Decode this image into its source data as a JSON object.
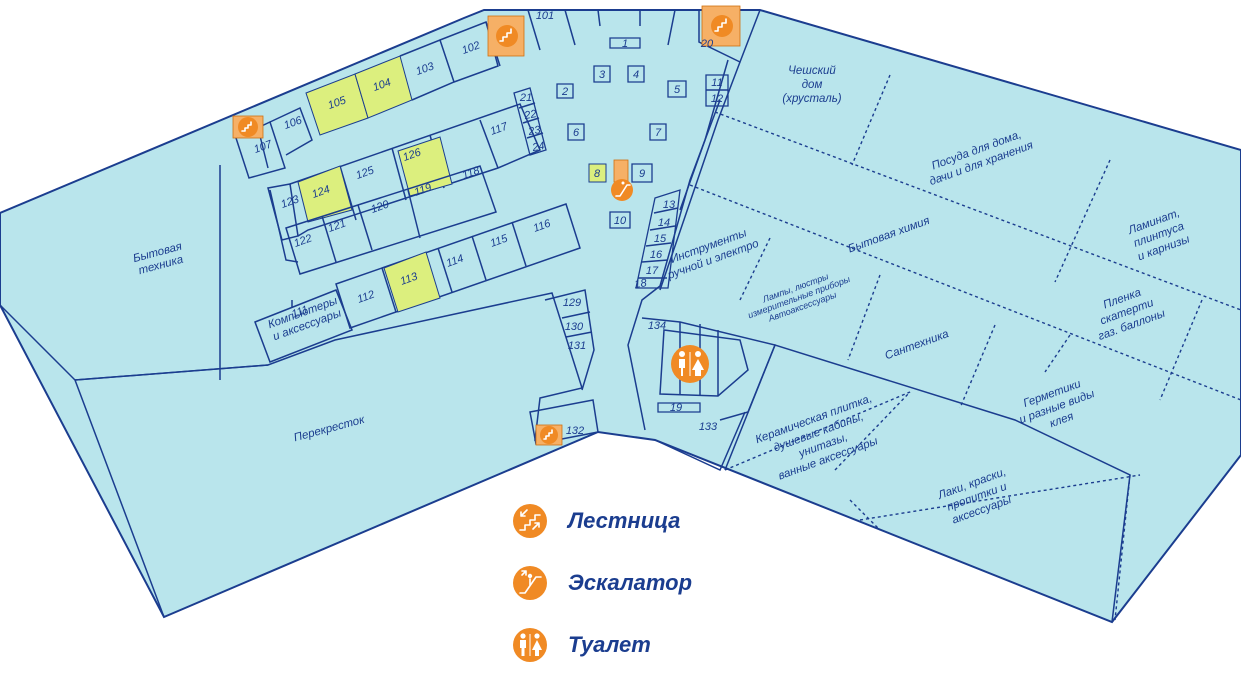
{
  "map": {
    "anchors": {
      "u101": "101",
      "u1": "1",
      "u2": "2",
      "u3": "3",
      "u4": "4",
      "u5": "5",
      "u6": "6",
      "u7": "7",
      "u8": "8",
      "u9": "9",
      "u10": "10",
      "u11": "11",
      "u12": "12",
      "u13": "13",
      "u14": "14",
      "u15": "15",
      "u16": "16",
      "u17": "17",
      "u18": "18",
      "u19": "19",
      "u20": "20",
      "u21": "21",
      "u22": "22",
      "u23": "23",
      "u24": "24",
      "u102": "102",
      "u103": "103",
      "u104": "104",
      "u105": "105",
      "u106": "106",
      "u107": "107",
      "u111": "111",
      "u112": "112",
      "u113": "113",
      "u114": "114",
      "u115": "115",
      "u116": "116",
      "u117": "117",
      "u118": "118",
      "u119": "119",
      "u120": "120",
      "u121": "121",
      "u122": "122",
      "u123": "123",
      "u124": "124",
      "u125": "125",
      "u126": "126",
      "u129": "129",
      "u130": "130",
      "u131": "131",
      "u132": "132",
      "u133": "133",
      "u134": "134"
    },
    "zones": {
      "appliances": [
        "Бытовая",
        "техника"
      ],
      "computers": [
        "Компьютеры",
        "и аксессуары"
      ],
      "perekrestok": "Перекресток",
      "tools": [
        "Инструменты",
        "ручной и электро"
      ],
      "czech": [
        "Чешский",
        "дом",
        "(хрусталь)"
      ],
      "dishes": [
        "Посуда для дома,",
        "дачи и для хранения"
      ],
      "chemistry": "Бытовая химия",
      "laminate": [
        "Ламинат,",
        "плинтуса",
        "и карнизы"
      ],
      "lamps": [
        "Лампы, люстры",
        "измерительные приборы",
        "Автоаксессуары"
      ],
      "plumbing": "Сантехника",
      "film": [
        "Пленка",
        "скатерти",
        "газ. баллоны"
      ],
      "ceramics": [
        "Керамическая плитка,",
        "душевые кабины,",
        "унитазы,",
        "ванные аксессуары"
      ],
      "sealants": [
        "Герметики",
        "и разные виды",
        "клея"
      ],
      "paints": [
        "Лаки, краски,",
        "пропитки и",
        "аксессуары"
      ]
    }
  },
  "legend": {
    "stairs": "Лестница",
    "escalator": "Эскалатор",
    "toilet": "Туалет"
  },
  "colors": {
    "floor": "#b9e5ec",
    "lines": "#1b3d8f",
    "highlight": "#dcef7e",
    "icon": "#f08a24"
  },
  "icons": [
    "stairs-icon",
    "escalator-icon",
    "toilet-icon"
  ]
}
